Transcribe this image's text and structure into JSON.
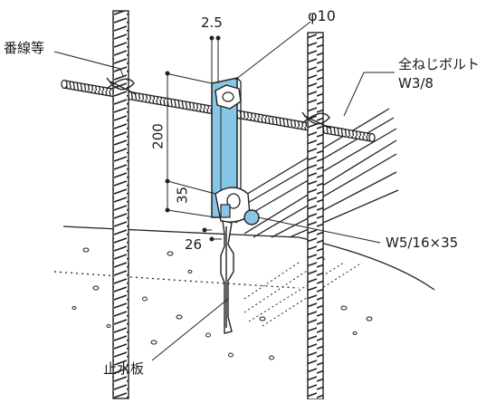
{
  "labels": {
    "binding_wire": "番線等",
    "rod_diameter": "φ10",
    "full_thread_bolt_line1": "全ねじボルト",
    "full_thread_bolt_line2": "W3/8",
    "bolt_spec": "W5/16×35",
    "waterstop": "止水板"
  },
  "dimensions": {
    "plate_thickness": "2.5",
    "height_main": "200",
    "height_lower": "35",
    "offset": "26"
  },
  "colors": {
    "bracket": "#87c6e6",
    "line": "#222222"
  }
}
